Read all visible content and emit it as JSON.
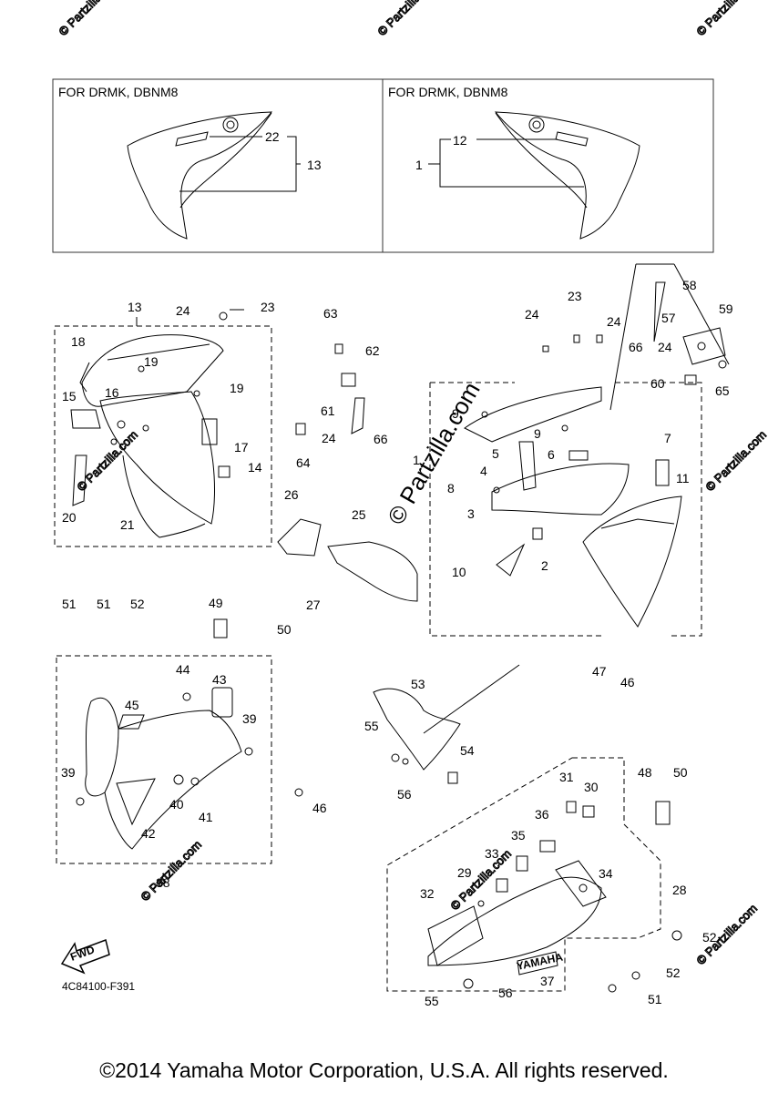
{
  "inset": {
    "left_label": "FOR DRMK, DBNM8",
    "right_label": "FOR DRMK, DBNM8"
  },
  "callouts": [
    "1",
    "2",
    "3",
    "4",
    "5",
    "6",
    "7",
    "8",
    "9",
    "10",
    "11",
    "12",
    "13",
    "14",
    "15",
    "16",
    "17",
    "18",
    "19",
    "20",
    "21",
    "22",
    "23",
    "24",
    "25",
    "26",
    "27",
    "28",
    "29",
    "30",
    "31",
    "32",
    "33",
    "34",
    "35",
    "36",
    "37",
    "38",
    "39",
    "40",
    "41",
    "42",
    "43",
    "44",
    "45",
    "46",
    "47",
    "48",
    "49",
    "50",
    "51",
    "52",
    "53",
    "54",
    "55",
    "56",
    "57",
    "58",
    "59",
    "60",
    "61",
    "62",
    "63",
    "64",
    "65",
    "66"
  ],
  "watermark_main": "© Partzilla.com",
  "watermark_small": "© Partzilla.com",
  "fwd_label": "FWD",
  "diagram_code": "4C84100-F391",
  "decal_text": "YAMAHA",
  "copyright": "©2014 Yamaha Motor Corporation, U.S.A. All rights reserved."
}
